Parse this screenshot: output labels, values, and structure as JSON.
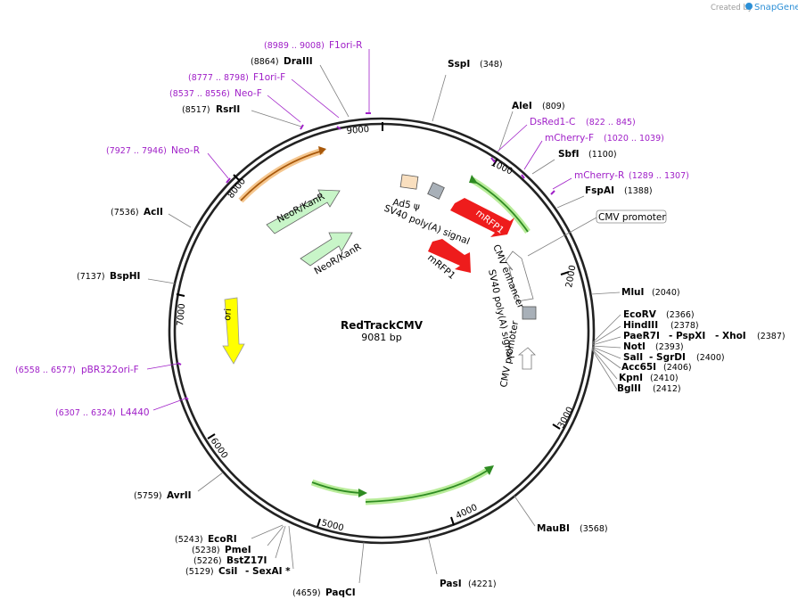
{
  "watermark": {
    "created_by": "Created by",
    "brand": "SnapGene"
  },
  "plasmid": {
    "name": "RedTrackCMV",
    "size": "9081 bp"
  },
  "ticks": [
    "1000",
    "2000",
    "3000",
    "4000",
    "5000",
    "6000",
    "7000",
    "8000",
    "9000"
  ],
  "sites": {
    "sspi": {
      "name": "SspI",
      "pos": "(348)"
    },
    "alei": {
      "name": "AleI",
      "pos": "(809)"
    },
    "sbfi": {
      "name": "SbfI",
      "pos": "(1100)"
    },
    "fspai": {
      "name": "FspAI",
      "pos": "(1388)"
    },
    "mlui": {
      "name": "MluI",
      "pos": "(2040)"
    },
    "ecorv": {
      "name": "EcoRV",
      "pos": "(2366)"
    },
    "hindiii": {
      "name": "HindIII",
      "pos": "(2378)"
    },
    "paer7i": {
      "name": "PaeR7I",
      "sep1": "- PspXI",
      "sep2": "- XhoI",
      "pos": "(2387)"
    },
    "noti": {
      "name": "NotI",
      "pos": "(2393)"
    },
    "sali": {
      "name": "SalI",
      "sep": "- SgrDI",
      "pos": "(2400)"
    },
    "acc65i": {
      "name": "Acc65I",
      "pos": "(2406)"
    },
    "kpni": {
      "name": "KpnI",
      "pos": "(2410)"
    },
    "bglii": {
      "name": "BglII",
      "pos": "(2412)"
    },
    "maubi": {
      "name": "MauBI",
      "pos": "(3568)"
    },
    "pasi": {
      "name": "PasI",
      "pos": "(4221)"
    },
    "paqci": {
      "name": "PaqCI",
      "pos": "(4659)"
    },
    "csii": {
      "name": "CsiI",
      "sep": "- SexAI *",
      "pos": "(5129)"
    },
    "bstz17i": {
      "name": "BstZ17I",
      "pos": "(5226)"
    },
    "pmei": {
      "name": "PmeI",
      "pos": "(5238)"
    },
    "ecori": {
      "name": "EcoRI",
      "pos": "(5243)"
    },
    "avrii": {
      "name": "AvrII",
      "pos": "(5759)"
    },
    "bsphi": {
      "name": "BspHI",
      "pos": "(7137)"
    },
    "acli": {
      "name": "AclI",
      "pos": "(7536)"
    },
    "rsrii": {
      "name": "RsrII",
      "pos": "(8517)"
    },
    "draiii": {
      "name": "DraIII",
      "pos": "(8864)"
    }
  },
  "primers": {
    "f1ori_r": {
      "name": "F1ori-R",
      "pos": "(8989 .. 9008)"
    },
    "f1ori_f": {
      "name": "F1ori-F",
      "pos": "(8777 .. 8798)"
    },
    "neo_f": {
      "name": "Neo-F",
      "pos": "(8537 .. 8556)"
    },
    "neo_r": {
      "name": "Neo-R",
      "pos": "(7927 .. 7946)"
    },
    "pbr322": {
      "name": "pBR322ori-F",
      "pos": "(6558 .. 6577)"
    },
    "l4440": {
      "name": "L4440",
      "pos": "(6307 .. 6324)"
    },
    "dsred1_c": {
      "name": "DsRed1-C",
      "pos": "(822 .. 845)"
    },
    "mcherry_f": {
      "name": "mCherry-F",
      "pos": "(1020 .. 1039)"
    },
    "mcherry_r": {
      "name": "mCherry-R",
      "pos": "(1289 .. 1307)"
    }
  },
  "features": {
    "cmv_promoter_box": "CMV promoter",
    "ad5": "Ad5 ψ",
    "sv40_1": "SV40 poly(A) signal",
    "mrfp1_a": "mRFP1",
    "mrfp1_b": "mRFP1",
    "neo1": "NeoR/KanR",
    "neo2": "NeoR/KanR",
    "ori": "ori",
    "cmv_enh": "CMV enhancer",
    "sv40_2": "SV40 poly(A) signal",
    "cmv_prom": "CMV promoter"
  },
  "colors": {
    "mrfp1": "#ee1c1c",
    "neo": "#c8f5c8",
    "ori": "#ffff00",
    "ad5": "#f9dfbf",
    "sv40": "#a8b0b8",
    "primer": "#a020c8",
    "green_arc": "#2e8b22",
    "orange_arc": "#a8580a"
  }
}
